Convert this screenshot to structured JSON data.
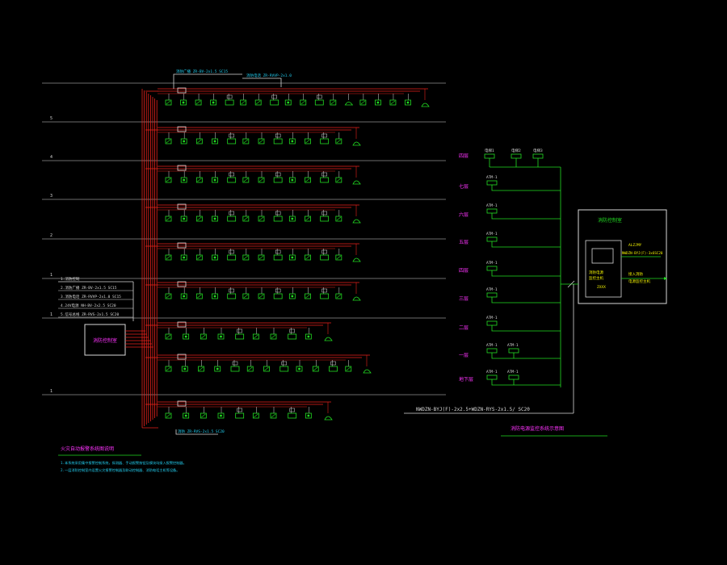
{
  "colors": {
    "bg": "#000000",
    "red": "#e8221b",
    "green": "#22dd22",
    "white": "#d8d8d8",
    "magenta": "#ff33ff",
    "cyan": "#22ccee",
    "yellow": "#f0f000"
  },
  "floor_marks": [
    "5",
    "4",
    "3",
    "2",
    "1",
    "1",
    "1"
  ],
  "top_labels": [
    "消防广播 ZR-BV-2x1.5 SC15",
    "消防电话 ZR-RVVP-2x1.0"
  ],
  "legend": {
    "items": [
      "1.消防控制",
      "2.消防广播 ZR-BV-2x1.5 SC15",
      "3.消防电话 ZR-RVVP-2x1.0 SC15",
      "4.24V电源 NH-BV-2x2.5 SC20",
      "5.信号总线 ZR-RVS-2x1.5 SC20"
    ]
  },
  "control_room": "消防控制室",
  "bottom_label": "消防 ZR-RVS-2x1.5 SC20",
  "notes": {
    "title": "火灾自动报警系统图说明",
    "lines": [
      "1.本系统采用集中报警控制系统，探测器、手动报警按钮及模块均接入报警控制器。",
      "2.一层消防控制室内设置火灾报警控制器及联动控制器、消防电话主机等设备。"
    ]
  },
  "right_diagram": {
    "floors": [
      "四层",
      "七层",
      "六层",
      "五层",
      "四层",
      "三层",
      "二层",
      "一层",
      "地下层"
    ],
    "top_devices": [
      "电梯1",
      "电梯2",
      "电梯3"
    ],
    "units": [
      "ATM-1",
      "ATM-1",
      "ATM-1",
      "ATM-1",
      "ATM-1",
      "ATM-1",
      "ATM-1",
      "ATM-1"
    ],
    "extra_unit_1": "ATM-1",
    "extra_unit_2": "ATM-1",
    "bus_label": "NWDZN-BYJ(F)-2x2.5+WDZN-RYS-2x1.5/ SC20",
    "room_title": "消防控制室",
    "panel_lines": [
      "消防电源",
      "监控主机",
      "ZXXX"
    ],
    "cable_1": "ALZJMY",
    "cable_2": "NWDZN-BYJ(F)-3x6SC20",
    "output_1": "接入消防",
    "output_2": "电源监控主机",
    "title": "消防电源监控系统示意图"
  }
}
